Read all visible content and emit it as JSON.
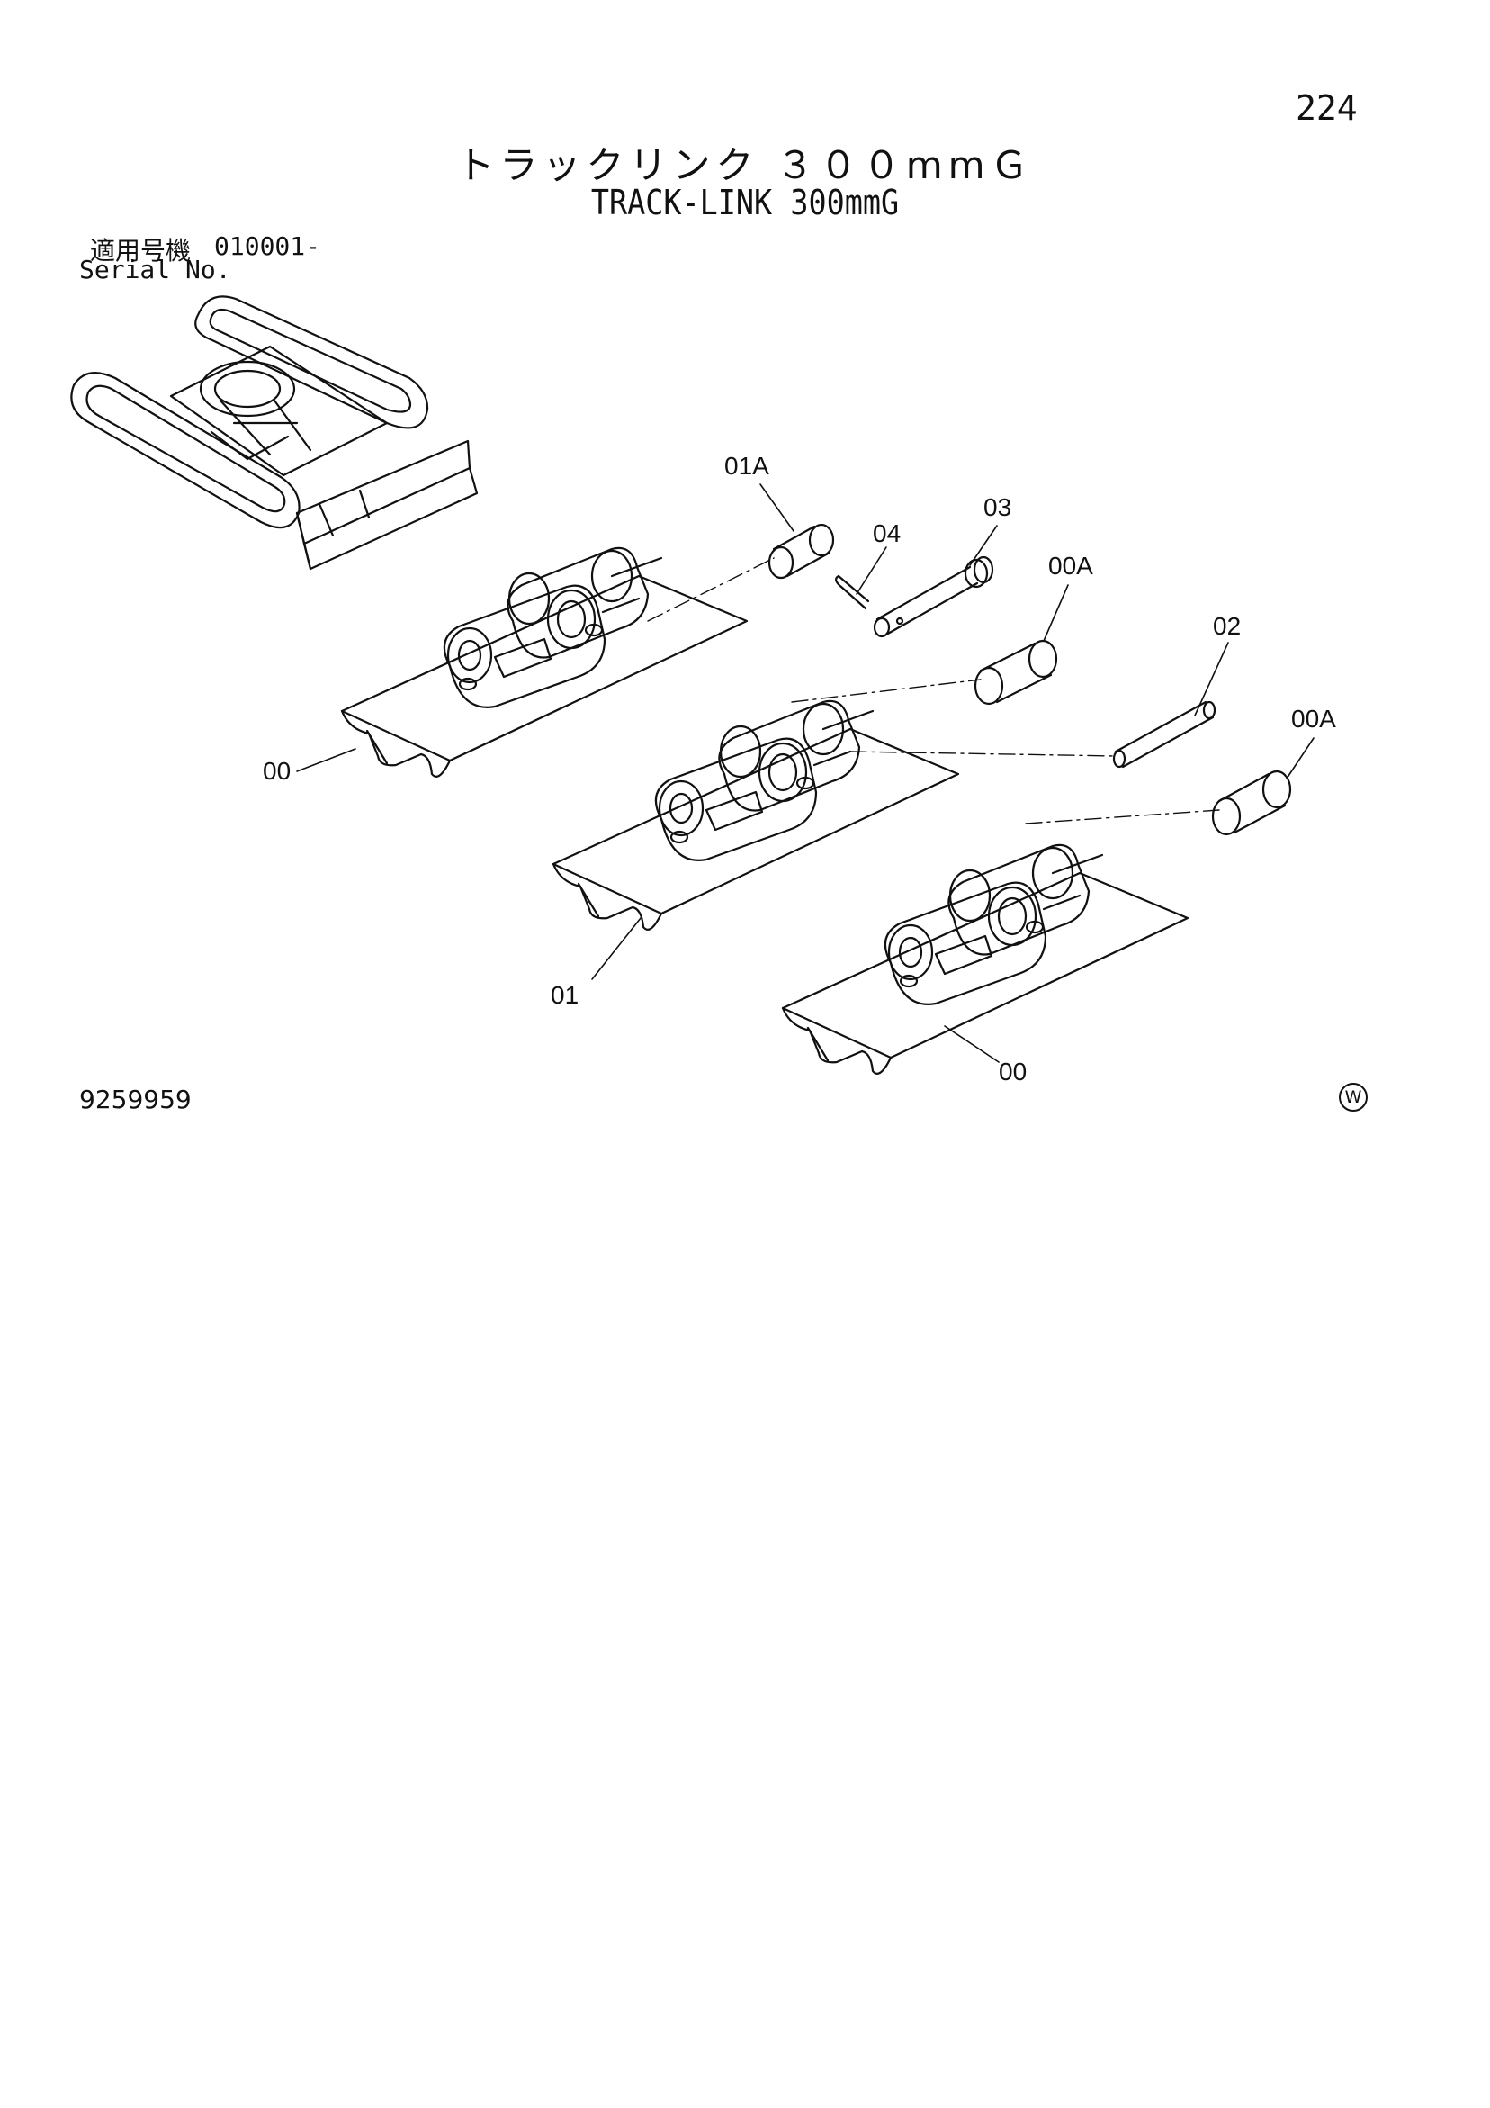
{
  "page_number": "224",
  "title_jp": "トラックリンク ３００mmＧ",
  "title_en": "TRACK-LINK 300mmG",
  "serial": {
    "label_jp": "適用号機",
    "value": "010001-",
    "label_en": "Serial No."
  },
  "drawing_number": "9259959",
  "mark": "W",
  "callouts": {
    "pad_top": "00",
    "pad_mid": "01",
    "pad_bottom": "00",
    "bush_01a": "01A",
    "pin_04": "04",
    "pin_03": "03",
    "bush_00a_top": "00A",
    "pin_02": "02",
    "bush_00a_bottom": "00A"
  }
}
